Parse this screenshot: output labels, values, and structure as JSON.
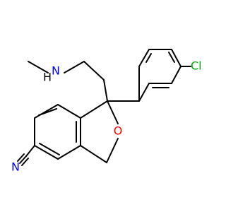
{
  "molecule": {
    "atoms": {
      "methyl_nitrogen": "N",
      "methyl_nitrogen_hydrogen": "H",
      "ring_oxygen": "O",
      "chlorine": "Cl",
      "nitrile_nitrogen": "N"
    },
    "colors": {
      "bond": "#000000",
      "carbon_text": "#000000",
      "nitrogen": "#0000ff",
      "oxygen": "#ff0000",
      "chlorine": "#00aa00"
    }
  }
}
